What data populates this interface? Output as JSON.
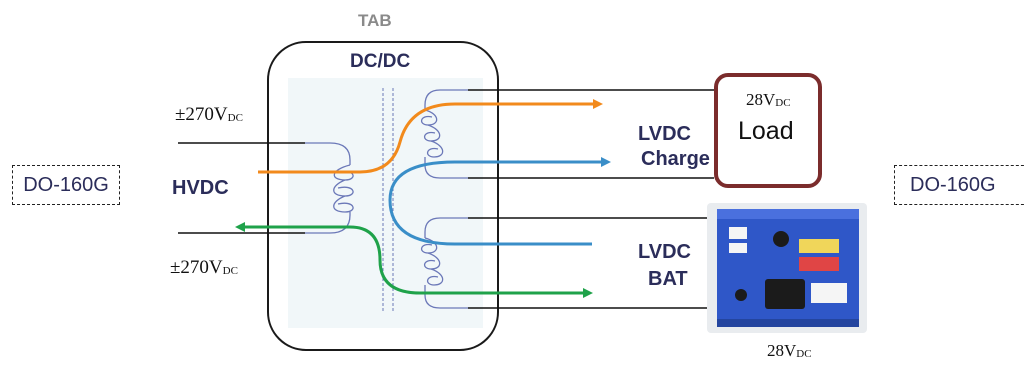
{
  "tab_label": "TAB",
  "converter_label": "DC/DC",
  "input_voltage_top": {
    "value": "±270V",
    "sub": "DC"
  },
  "input_voltage_bottom": {
    "value": "±270V",
    "sub": "DC"
  },
  "hvdc_label": "HVDC",
  "lvdc_charge": {
    "line1": "LVDC",
    "line2": "Charge"
  },
  "lvdc_bat": {
    "line1": "LVDC",
    "line2": "BAT"
  },
  "load": {
    "voltage": "28V",
    "sub": "DC",
    "label": "Load"
  },
  "battery_voltage": {
    "value": "28V",
    "sub": "DC"
  },
  "standard_left": "DO-160G",
  "standard_right": "DO-160G",
  "colors": {
    "orange": "#f28a1c",
    "blue": "#3a8ec8",
    "green": "#1fa24a",
    "load_border": "#7b2c2c",
    "battery": "#2f57c8",
    "coil": "#6b78b8"
  }
}
